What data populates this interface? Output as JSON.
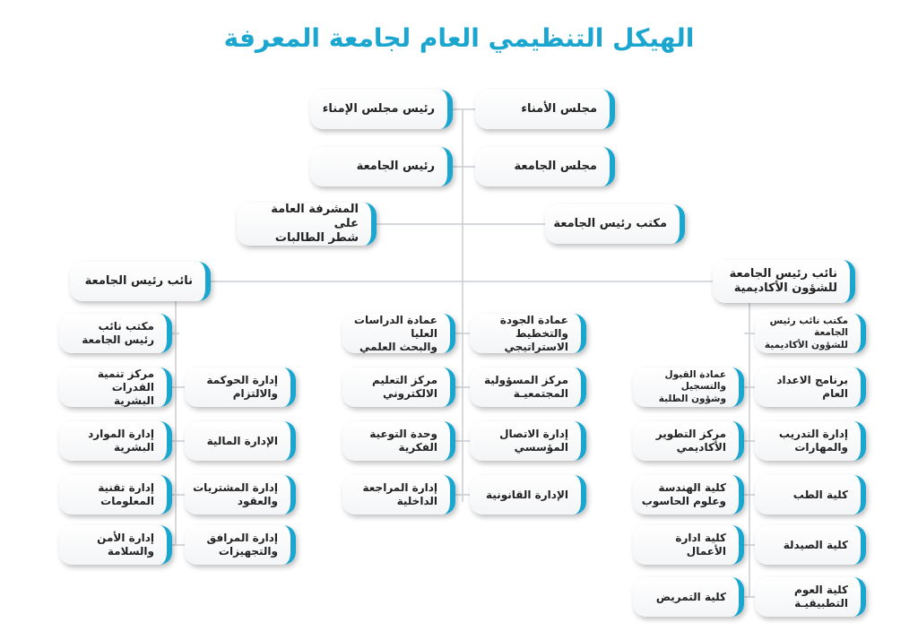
{
  "title": "الهيكل التنظيمي العام لجامعة المعرفة",
  "top": {
    "board_trustees": "مجلس الأمناء",
    "chair_trustees": "رئيس مجلس الإمناء",
    "university_council": "مجلس الجامعة",
    "university_president": "رئيس الجامعة",
    "president_office": "مكتب رئيس الجامعة",
    "female_supervisor": "المشرفة العامة على\nشطر الطالبات"
  },
  "vice_president": {
    "label": "نائب رئيس الجامعة",
    "inner": [
      "مكتب نائب\nرئيس الجامعة",
      "مركز تنمية القدرات\nالبشرية",
      "إدارة الموارد البشرية",
      "إدارة تقنية المعلومات",
      "إدارة الأمن والسلامة"
    ],
    "outer": [
      "إدارة الحوكمة\nوالالتزام",
      "الإدارة المالية",
      "إدارة المشتريات\nوالعقود",
      "إدارة المرافق\nوالتجهيزات"
    ]
  },
  "center": {
    "right": [
      "عمادة الجودة\nوالتخطيط الاستراتيجي",
      "مركز المسؤولية\nالمجتمعيـة",
      "إدارة الاتصال\nالمؤسسي",
      "الإدارة القانونية"
    ],
    "left": [
      "عمادة الدراسات العليا\nوالبحث العلمي",
      "مركز التعليم\nالالكتروني",
      "وحدة التوعية\nالفكرية",
      "إدارة المراجعة\nالداخلية"
    ]
  },
  "academic_vp": {
    "label": "نائب رئيس الجامعة\nللشؤون الأكاديمية",
    "inner": [
      "مكتب نائب رئيس الجامعة\nللشؤون الأكاديمية",
      "برنامج الاعداد العام",
      "إدارة التدريب\nوالمهارات",
      "كلية الطب",
      "كلية الصيدلة",
      "كلية العوم\nالتطبيقيـة"
    ],
    "outer": [
      "عمادة القبول والتسجيل\nوشؤون الطلبة",
      "مركز التطوير\nالأكاديمي",
      "كلية الهندسة\nوعلوم الحاسوب",
      "كلية ادارة الأعمال",
      "كلية التمريض"
    ]
  },
  "colors": {
    "accent": "#1ba6cf",
    "line": "#c8cdd3",
    "text": "#222222"
  }
}
